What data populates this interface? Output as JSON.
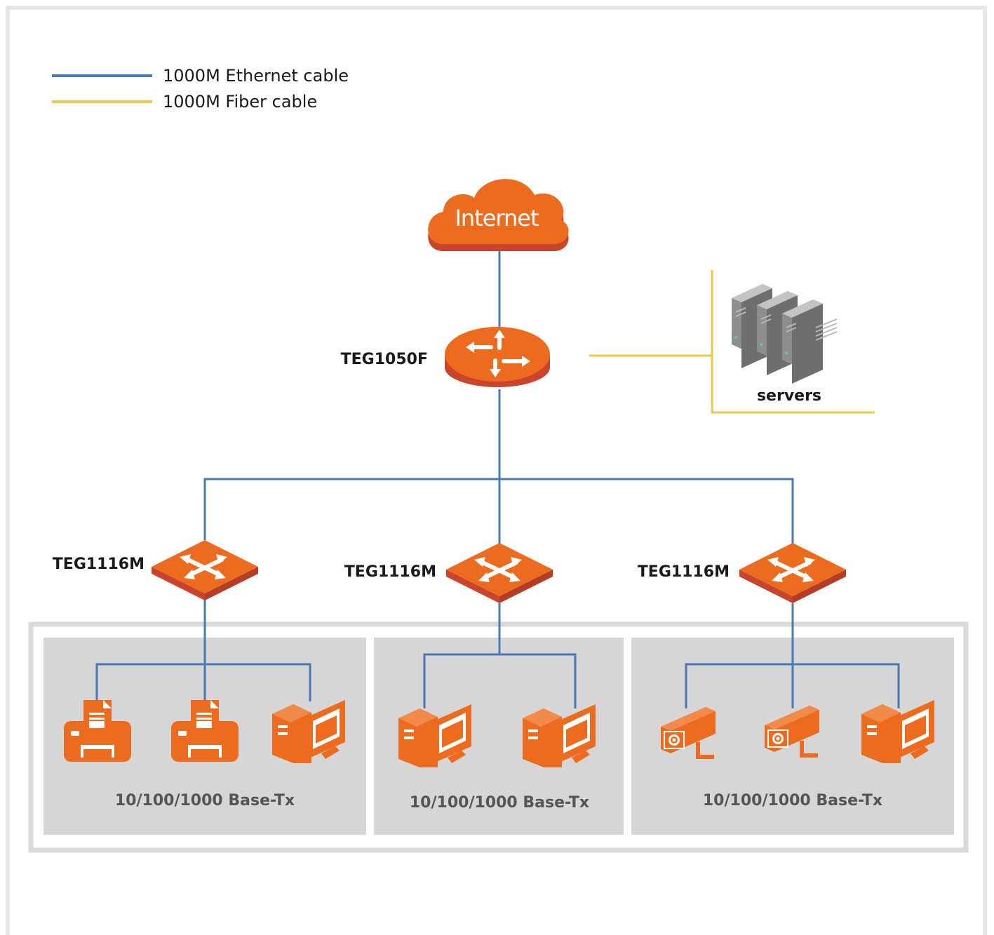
{
  "legend": {
    "ethernet_label": "1000M Ethernet cable",
    "fiber_label": "1000M Fiber cable"
  },
  "colors": {
    "ethernet": "#4a78b4",
    "fiber": "#ecc94b",
    "device_orange": "#ed6b1f",
    "device_orange_dark": "#c8452b",
    "zone_fill": "#d6d6d6",
    "zone_border": "#d9d9d9",
    "zone_text": "#555555"
  },
  "cloud": {
    "label": "Internet",
    "icon": "cloud-icon"
  },
  "core_switch": {
    "label": "TEG1050F",
    "icon": "router-icon"
  },
  "servers": {
    "label": "servers",
    "icon": "server-icon"
  },
  "access_switches": [
    {
      "label": "TEG1116M",
      "icon": "switch-icon"
    },
    {
      "label": "TEG1116M",
      "icon": "switch-icon"
    },
    {
      "label": "TEG1116M",
      "icon": "switch-icon"
    }
  ],
  "zones": [
    {
      "label": "10/100/1000 Base-Tx",
      "devices": [
        "printer-icon",
        "printer-icon",
        "computer-icon"
      ]
    },
    {
      "label": "10/100/1000 Base-Tx",
      "devices": [
        "computer-icon",
        "computer-icon"
      ]
    },
    {
      "label": "10/100/1000 Base-Tx",
      "devices": [
        "camera-icon",
        "camera-icon",
        "computer-icon"
      ]
    }
  ]
}
